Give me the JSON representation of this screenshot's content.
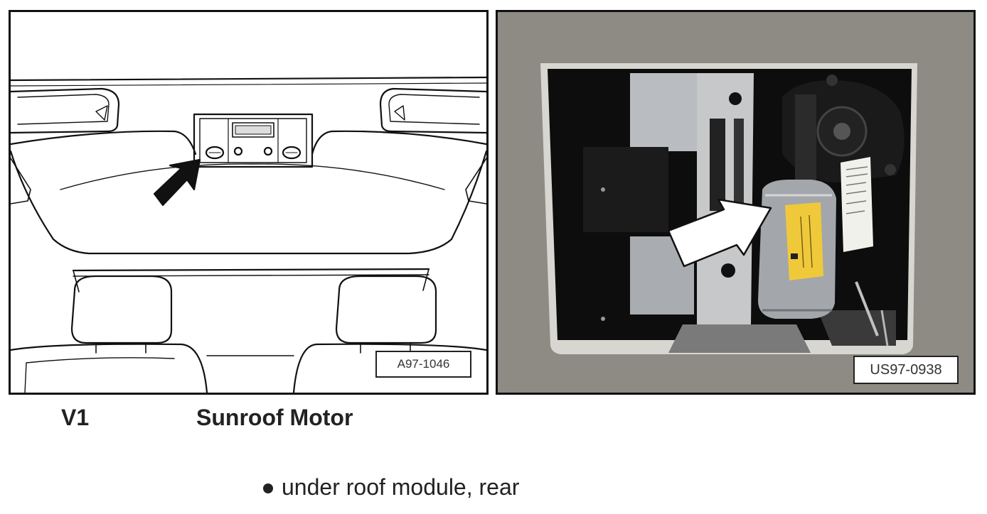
{
  "figures": {
    "left": {
      "label": "A97-1046"
    },
    "right": {
      "label": "US97-0938"
    }
  },
  "component": {
    "code": "V1",
    "name": "Sunroof Motor"
  },
  "location_notes": [
    "under roof module, rear"
  ]
}
